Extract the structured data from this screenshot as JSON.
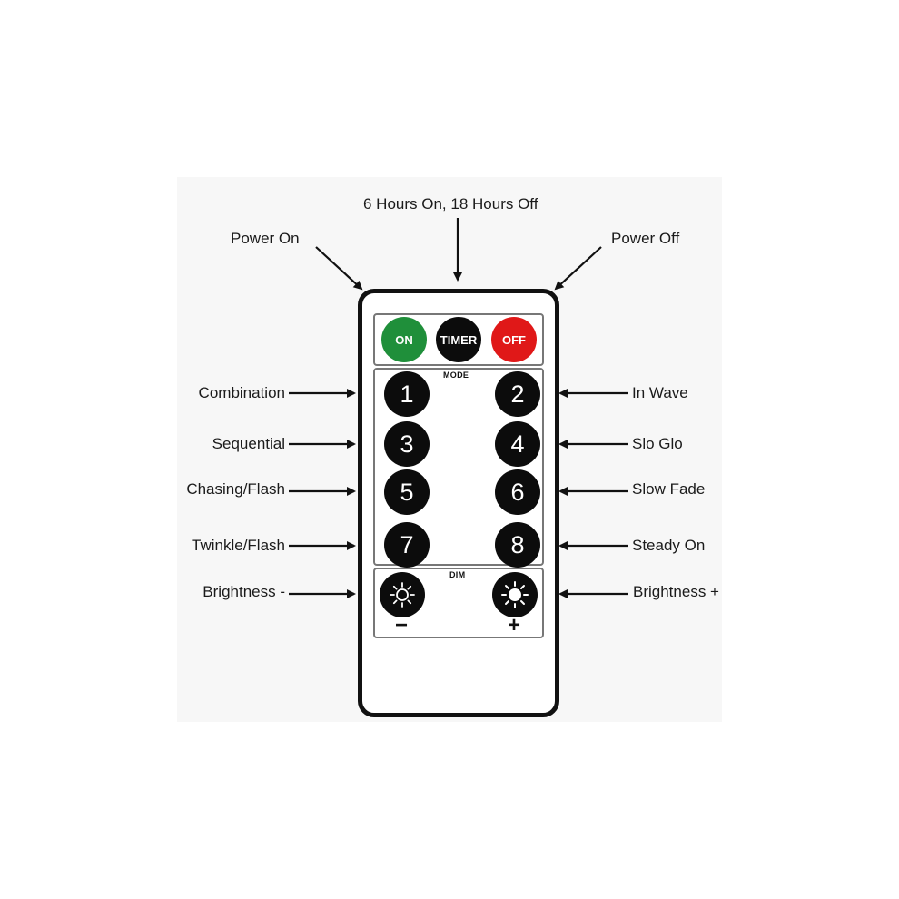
{
  "remote": {
    "top_buttons": {
      "on": "ON",
      "timer": "TIMER",
      "off": "OFF"
    },
    "mode_title": "MODE",
    "dim_title": "DIM",
    "mode_buttons": [
      "1",
      "2",
      "3",
      "4",
      "5",
      "6",
      "7",
      "8"
    ],
    "dim_minus": "−",
    "dim_plus": "+",
    "colors": {
      "on": "#1f8f3a",
      "off": "#e01818",
      "timer": "#0c0c0c",
      "button": "#0c0c0c"
    }
  },
  "callouts": {
    "timer": "6 Hours On, 18 Hours Off",
    "power_on": "Power On",
    "power_off": "Power Off",
    "b1": "Combination",
    "b2": "In Wave",
    "b3": "Sequential",
    "b4": "Slo Glo",
    "b5": "Chasing/Flash",
    "b6": "Slow Fade",
    "b7": "Twinkle/Flash",
    "b8": "Steady On",
    "dim_minus": "Brightness -",
    "dim_plus": "Brightness +"
  },
  "icons": {
    "dim_minus": "sun-outline-icon",
    "dim_plus": "sun-filled-icon"
  }
}
